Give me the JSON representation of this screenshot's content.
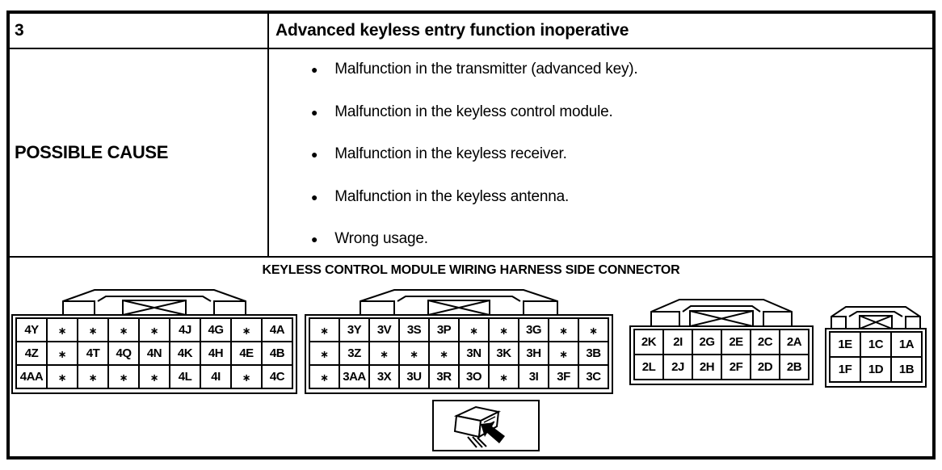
{
  "table": {
    "item_number": "3",
    "symptom_title": "Advanced keyless entry function inoperative",
    "possible_cause_label": "POSSIBLE CAUSE",
    "bullet_char": "●",
    "causes": [
      "Malfunction in the transmitter (advanced key).",
      "Malfunction in the keyless control module.",
      "Malfunction in the keyless receiver.",
      "Malfunction in the keyless antenna.",
      "Wrong usage."
    ]
  },
  "diagram": {
    "title": "KEYLESS CONTROL MODULE WIRING HARNESS SIDE CONNECTOR",
    "empty_pin_symbol": "∗",
    "connectors": [
      {
        "id": "connector-4-series",
        "rows": [
          [
            "4Y",
            "*",
            "*",
            "*",
            "*",
            "4J",
            "4G",
            "*",
            "4A"
          ],
          [
            "4Z",
            "*",
            "4T",
            "4Q",
            "4N",
            "4K",
            "4H",
            "4E",
            "4B"
          ],
          [
            "4AA",
            "*",
            "*",
            "*",
            "*",
            "4L",
            "4I",
            "*",
            "4C"
          ]
        ],
        "separator_before_col": 5
      },
      {
        "id": "connector-3-series",
        "rows": [
          [
            "*",
            "3Y",
            "3V",
            "3S",
            "3P",
            "*",
            "*",
            "3G",
            "*",
            "*"
          ],
          [
            "*",
            "3Z",
            "*",
            "*",
            "*",
            "3N",
            "3K",
            "3H",
            "*",
            "3B"
          ],
          [
            "*",
            "3AA",
            "3X",
            "3U",
            "3R",
            "3O",
            "*",
            "3I",
            "3F",
            "3C"
          ]
        ],
        "separator_before_col": 8
      },
      {
        "id": "connector-2-series",
        "rows": [
          [
            "2K",
            "2I",
            "2G",
            "2E",
            "2C",
            "2A"
          ],
          [
            "2L",
            "2J",
            "2H",
            "2F",
            "2D",
            "2B"
          ]
        ],
        "separator_before_col": null
      },
      {
        "id": "connector-1-series",
        "rows": [
          [
            "1E",
            "1C",
            "1A"
          ],
          [
            "1F",
            "1D",
            "1B"
          ]
        ],
        "separator_before_col": null
      }
    ],
    "icons": {
      "hood": "connector-hood-icon",
      "module_view": "module-with-arrow-icon"
    }
  }
}
